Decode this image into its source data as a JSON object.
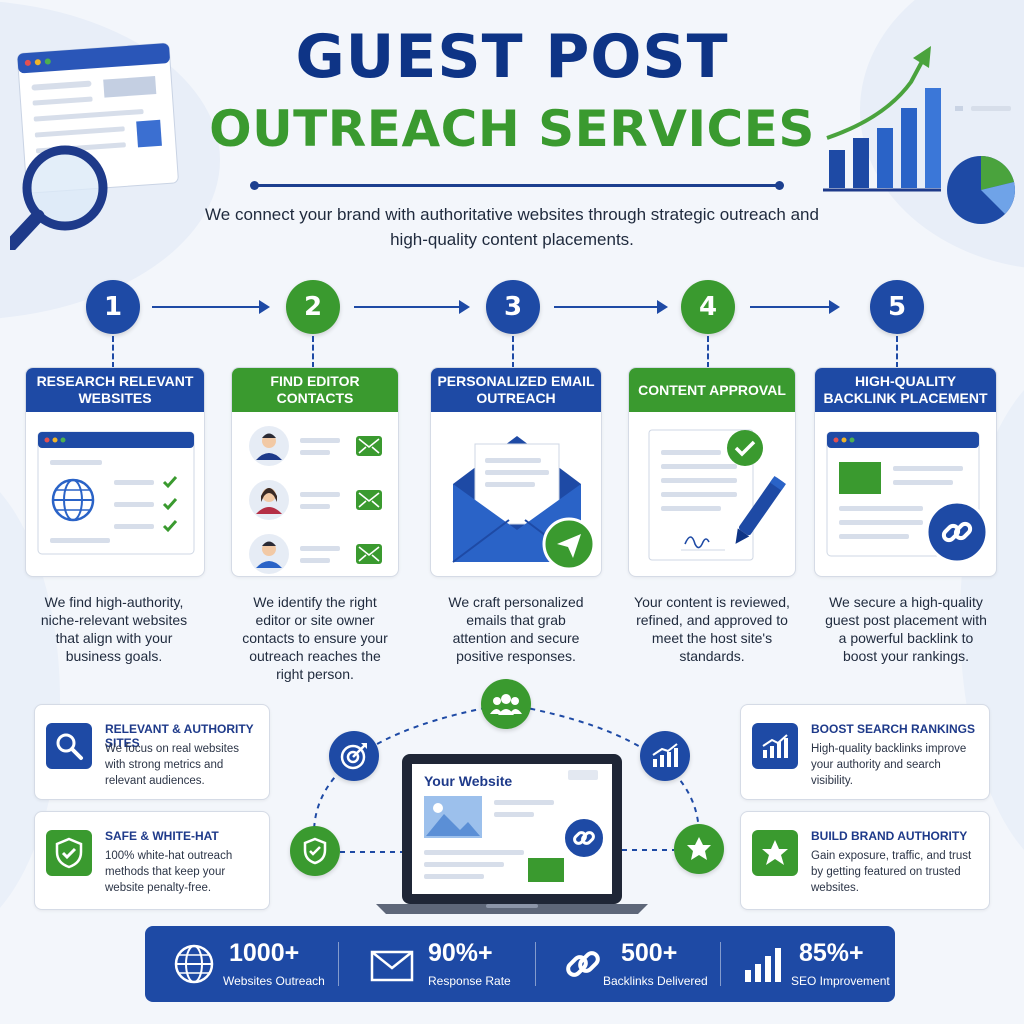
{
  "header": {
    "title_line1": "GUEST POST",
    "title_line2": "OUTREACH SERVICES",
    "subtitle": "We connect your brand with authoritative websites through strategic outreach and high-quality content placements."
  },
  "steps": [
    {
      "number": "1",
      "title": "RESEARCH RELEVANT WEBSITES",
      "description": "We find high-authority, niche-relevant websites that align with your business goals."
    },
    {
      "number": "2",
      "title": "FIND EDITOR CONTACTS",
      "description": "We identify the right editor or site owner contacts to ensure your outreach reaches the right person."
    },
    {
      "number": "3",
      "title": "PERSONALIZED EMAIL OUTREACH",
      "description": "We craft personalized emails that grab attention and secure positive responses."
    },
    {
      "number": "4",
      "title": "CONTENT APPROVAL",
      "description": "Your content is reviewed, refined, and approved to meet the host site's standards."
    },
    {
      "number": "5",
      "title": "HIGH-QUALITY BACKLINK PLACEMENT",
      "description": "We secure a high-quality guest post placement with a powerful backlink to boost your rankings."
    }
  ],
  "features": [
    {
      "title": "RELEVANT & AUTHORITY SITES",
      "text": "We focus on real websites with strong metrics and relevant audiences.",
      "icon": "magnifier-icon"
    },
    {
      "title": "SAFE & WHITE-HAT",
      "text": "100% white-hat outreach methods that keep your website penalty-free.",
      "icon": "shield-check-icon"
    },
    {
      "title": "BOOST SEARCH RANKINGS",
      "text": "High-quality backlinks improve your authority and search visibility.",
      "icon": "growth-chart-icon"
    },
    {
      "title": "BUILD BRAND AUTHORITY",
      "text": "Gain exposure, traffic, and trust by getting featured on trusted websites.",
      "icon": "star-icon"
    }
  ],
  "hub": {
    "laptop_title": "Your Website"
  },
  "stats": [
    {
      "value": "1000+",
      "label": "Websites Outreach",
      "icon": "globe-icon"
    },
    {
      "value": "90%+",
      "label": "Response Rate",
      "icon": "envelope-icon"
    },
    {
      "value": "500+",
      "label": "Backlinks Delivered",
      "icon": "link-icon"
    },
    {
      "value": "85%+",
      "label": "SEO Improvement",
      "icon": "bar-chart-icon"
    }
  ],
  "colors": {
    "brand_blue": "#1e4aa5",
    "brand_navy": "#0e3486",
    "brand_green": "#3a9a2f",
    "background": "#f3f6fb"
  }
}
